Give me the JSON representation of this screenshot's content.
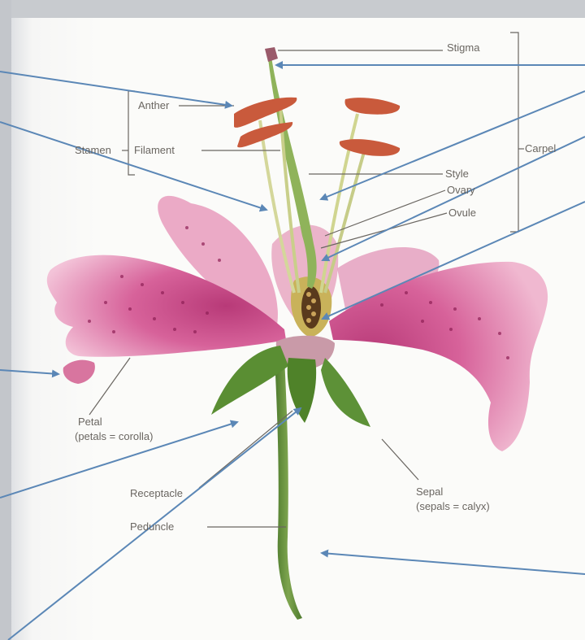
{
  "labels": {
    "stigma": "Stigma",
    "anther": "Anther",
    "stamen": "Stamen",
    "filament": "Filament",
    "carpel": "Carpel",
    "style": "Style",
    "ovary": "Ovary",
    "ovule": "Ovule",
    "petal": "Petal",
    "petal_note": "(petals = corolla)",
    "receptacle": "Receptacle",
    "sepal": "Sepal",
    "sepal_note": "(sepals = calyx)",
    "peduncle": "Peduncle"
  },
  "colors": {
    "petal": "#d7629a",
    "petal_dark": "#b83a78",
    "stem": "#5f8a3a",
    "sepal": "#5a8e33",
    "anther": "#c95a3c",
    "arrow": "#5b87b6",
    "leader": "#6a6661"
  }
}
